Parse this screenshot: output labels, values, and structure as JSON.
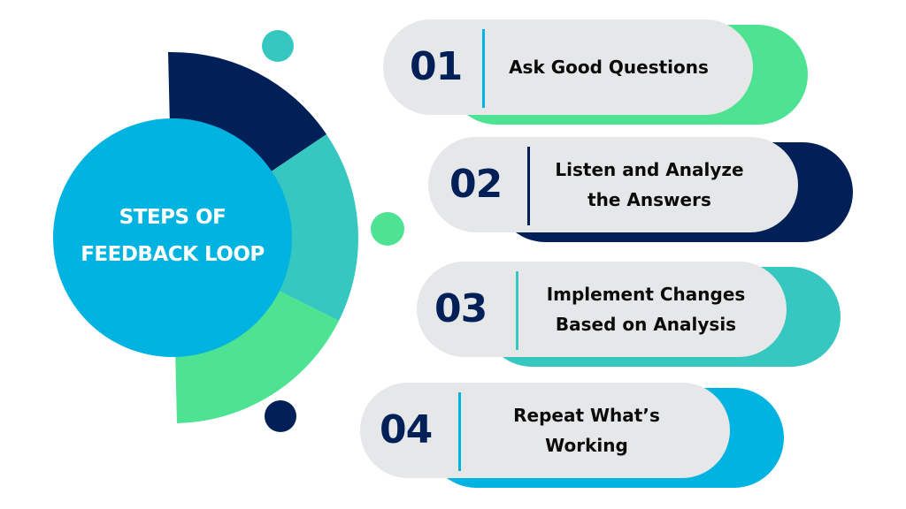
{
  "title": {
    "line1": "STEPS OF",
    "line2": "FEEDBACK LOOP"
  },
  "colors": {
    "navy": "#012058",
    "teal": "#35c7c0",
    "green": "#4de393",
    "blue": "#00b3e1",
    "pill_gray": "#e6e7e9",
    "text_dark": "#0b0b0b"
  },
  "steps": [
    {
      "number": "01",
      "label": "Ask Good Questions",
      "accent": "#4de393",
      "divider": "#00b3e1"
    },
    {
      "number": "02",
      "label": "Listen and Analyze the Answers",
      "line1": "Listen and Analyze",
      "line2": "the Answers",
      "accent": "#012058",
      "divider": "#012058"
    },
    {
      "number": "03",
      "label": "Implement Changes Based on Analysis",
      "line1": "Implement Changes",
      "line2": "Based on Analysis",
      "accent": "#35c7c0",
      "divider": "#35c7c0"
    },
    {
      "number": "04",
      "label": "Repeat What’s Working",
      "line1": "Repeat What’s",
      "line2": "Working",
      "accent": "#00b3e1",
      "divider": "#00b3e1"
    }
  ],
  "decorations": {
    "dots": [
      {
        "name": "teal-dot",
        "color": "#35c7c0"
      },
      {
        "name": "green-dot",
        "color": "#4de393"
      },
      {
        "name": "navy-dot",
        "color": "#012058"
      }
    ]
  }
}
